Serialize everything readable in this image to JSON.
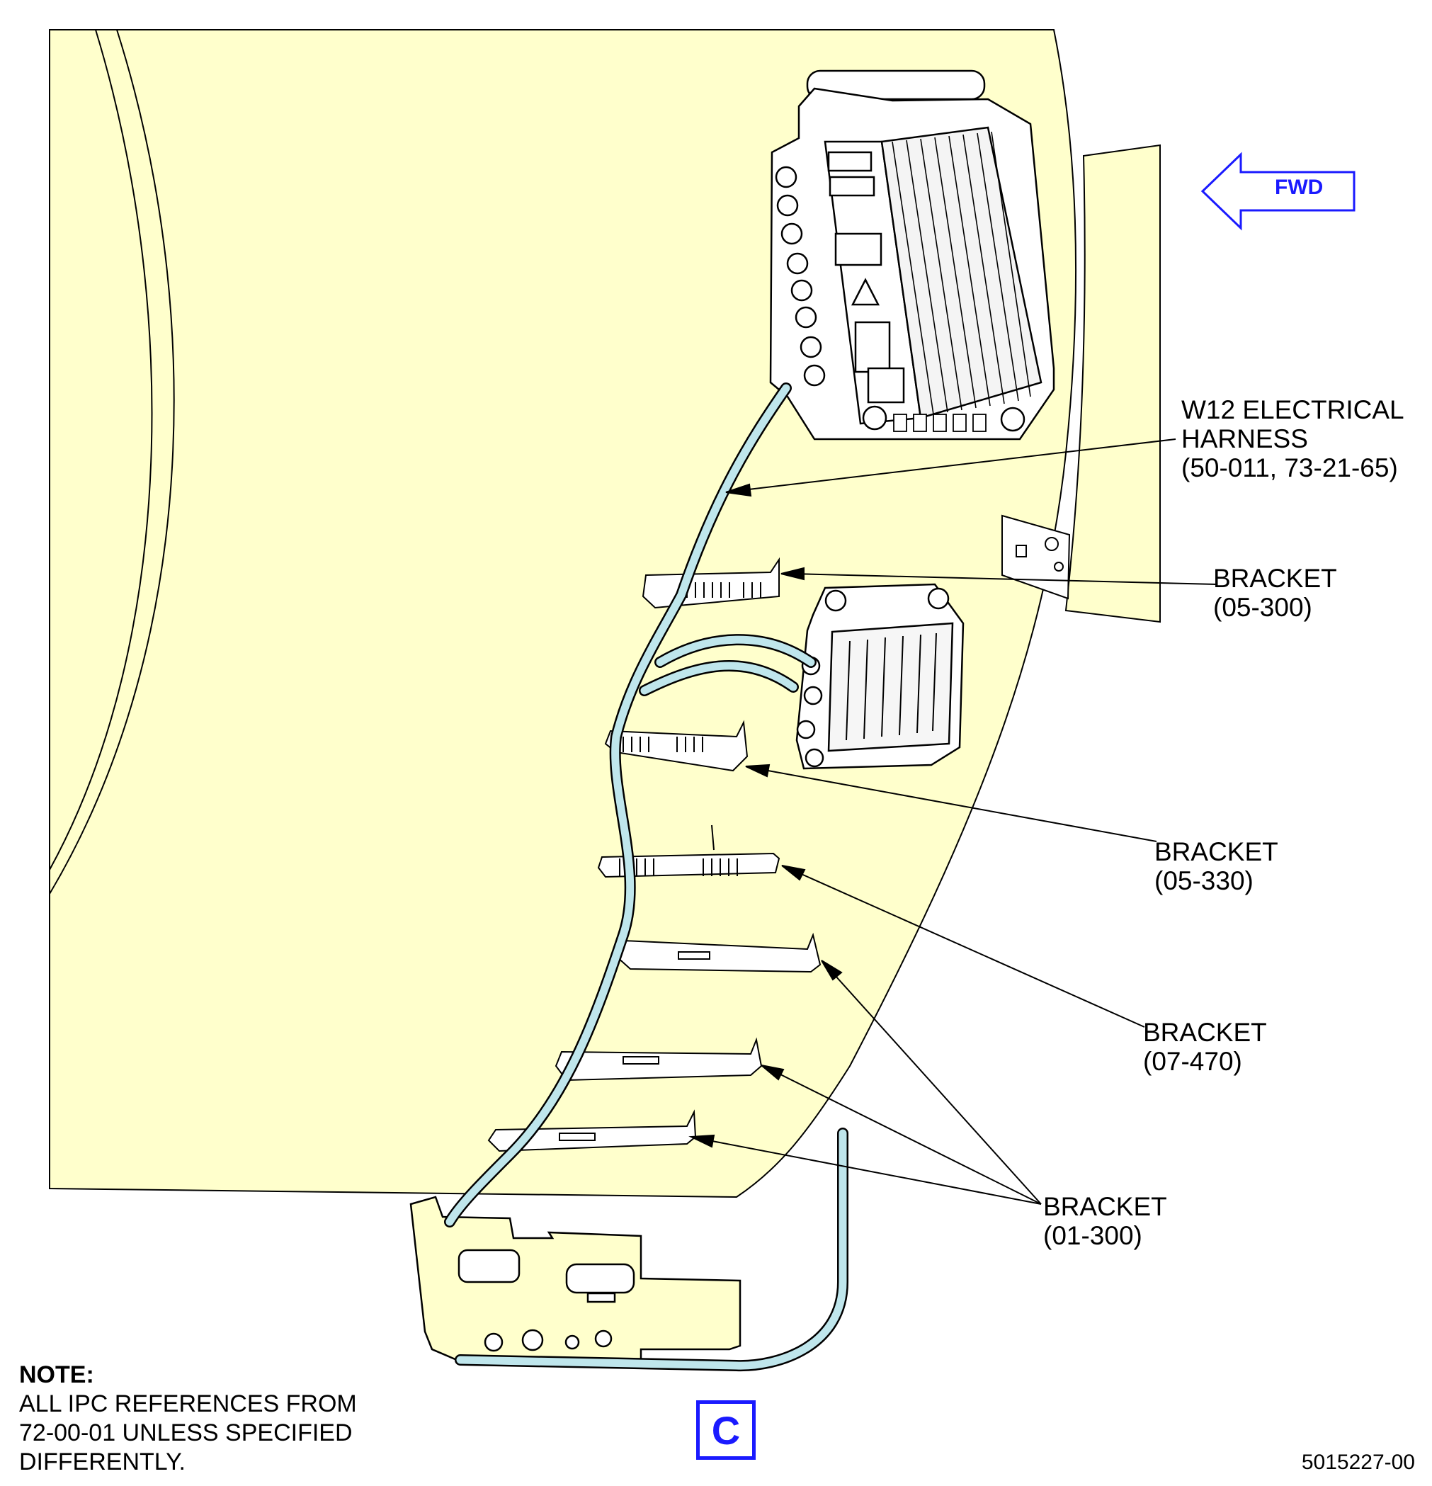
{
  "callouts": {
    "w12_harness": {
      "line1": "W12 ELECTRICAL",
      "line2": "HARNESS",
      "line3": "(50-011, 73-21-65)"
    },
    "bracket_05_300": {
      "line1": "BRACKET",
      "line2": "(05-300)"
    },
    "bracket_05_330": {
      "line1": "BRACKET",
      "line2": "(05-330)"
    },
    "bracket_07_470": {
      "line1": "BRACKET",
      "line2": "(07-470)"
    },
    "bracket_01_300": {
      "line1": "BRACKET",
      "line2": "(01-300)"
    }
  },
  "fwd_indicator": {
    "label": "FWD"
  },
  "note": {
    "heading": "NOTE:",
    "text": "ALL IPC REFERENCES FROM\n72-00-01 UNLESS SPECIFIED\nDIFFERENTLY."
  },
  "view_marker": {
    "letter": "C"
  },
  "figure_number": "5015227-00",
  "colors": {
    "panel_fill": "#ffffcc",
    "harness": "#bfe6ec",
    "line": "#000000",
    "accent_blue": "#1a1aff"
  }
}
